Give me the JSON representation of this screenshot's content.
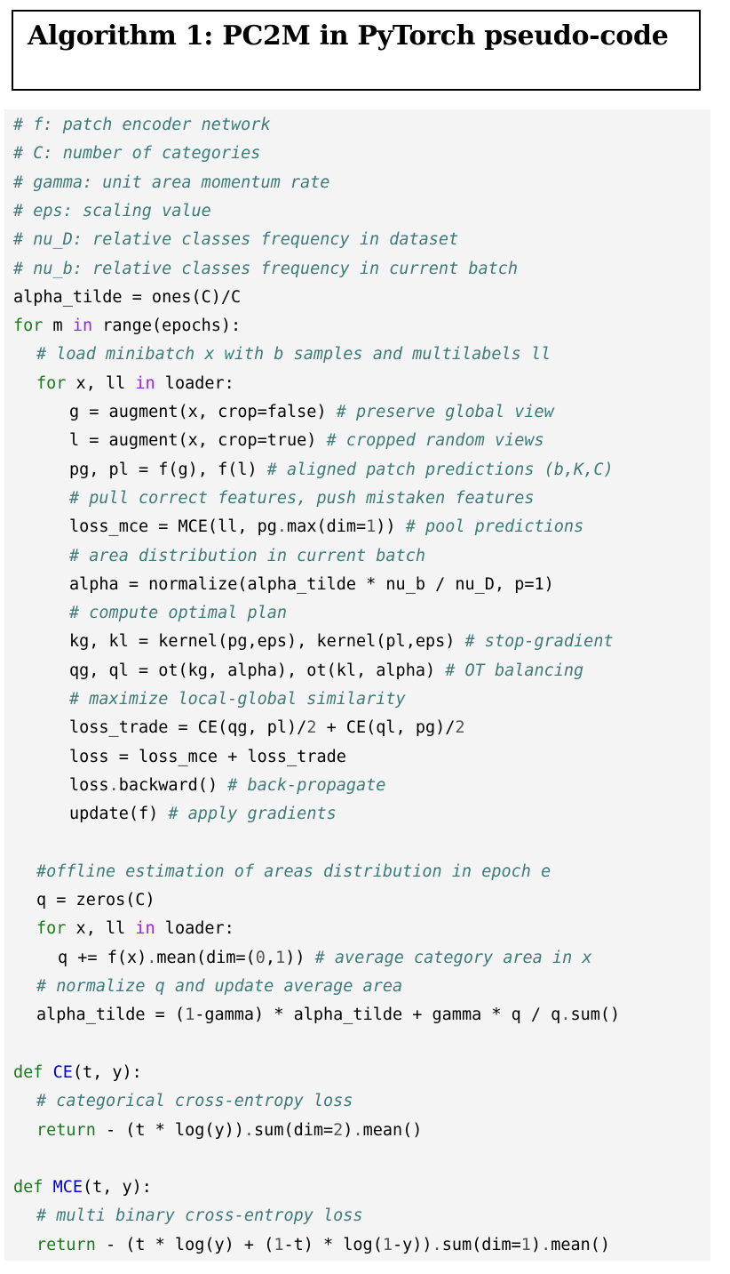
{
  "title": "Algorithm 1: PC2M in PyTorch pseudo-code",
  "lines": [
    {
      "indent": 0,
      "tokens": [
        [
          "c",
          "# f: patch encoder network"
        ]
      ]
    },
    {
      "indent": 0,
      "tokens": [
        [
          "c",
          "# C: number of categories"
        ]
      ]
    },
    {
      "indent": 0,
      "tokens": [
        [
          "c",
          "# gamma: unit area momentum rate"
        ]
      ]
    },
    {
      "indent": 0,
      "tokens": [
        [
          "c",
          "# eps: scaling value"
        ]
      ]
    },
    {
      "indent": 0,
      "tokens": [
        [
          "c",
          "# nu_D: relative classes frequency in dataset"
        ]
      ]
    },
    {
      "indent": 0,
      "tokens": [
        [
          "c",
          "# nu_b: relative classes frequency in current batch"
        ]
      ]
    },
    {
      "indent": 0,
      "tokens": [
        [
          "t",
          "alpha_tilde = ones(C)/C"
        ]
      ]
    },
    {
      "indent": 0,
      "tokens": [
        [
          "k",
          "for"
        ],
        [
          "t",
          " m "
        ],
        [
          "i",
          "in"
        ],
        [
          "t",
          " range(epochs):"
        ]
      ]
    },
    {
      "indent": 1,
      "tokens": [
        [
          "c",
          "# load minibatch x with b samples and multilabels ll"
        ]
      ]
    },
    {
      "indent": 1,
      "tokens": [
        [
          "k",
          "for"
        ],
        [
          "t",
          " x, ll "
        ],
        [
          "i",
          "in"
        ],
        [
          "t",
          " loader:"
        ]
      ]
    },
    {
      "indent": 2,
      "tokens": [
        [
          "t",
          "g = augment(x, crop=false) "
        ],
        [
          "c",
          "# preserve global view"
        ]
      ]
    },
    {
      "indent": 2,
      "tokens": [
        [
          "t",
          "l = augment(x, crop=true) "
        ],
        [
          "c",
          "# cropped random views"
        ]
      ]
    },
    {
      "indent": 2,
      "tokens": [
        [
          "t",
          "pg, pl = f(g), f(l) "
        ],
        [
          "c",
          "# aligned patch predictions (b,K,C)"
        ]
      ]
    },
    {
      "indent": 2,
      "tokens": [
        [
          "c",
          "# pull correct features, push mistaken features"
        ]
      ]
    },
    {
      "indent": 2,
      "tokens": [
        [
          "t",
          "loss_mce = MCE(ll, pg"
        ],
        [
          "n",
          "."
        ],
        [
          "t",
          "max(dim="
        ],
        [
          "n",
          "1"
        ],
        [
          "t",
          ")) "
        ],
        [
          "c",
          "# pool predictions"
        ]
      ]
    },
    {
      "indent": 2,
      "tokens": [
        [
          "c",
          "# area distribution in current batch"
        ]
      ]
    },
    {
      "indent": 2,
      "tokens": [
        [
          "t",
          "alpha = normalize(alpha_tilde * nu_b / nu_D, p=1)"
        ]
      ]
    },
    {
      "indent": 2,
      "tokens": [
        [
          "c",
          "# compute optimal plan"
        ]
      ]
    },
    {
      "indent": 2,
      "tokens": [
        [
          "t",
          "kg, kl = kernel(pg,eps), kernel(pl,eps) "
        ],
        [
          "c",
          "# stop-gradient"
        ]
      ]
    },
    {
      "indent": 2,
      "tokens": [
        [
          "t",
          "qg, ql = ot(kg, alpha), ot(kl, alpha) "
        ],
        [
          "c",
          "# OT balancing"
        ]
      ]
    },
    {
      "indent": 2,
      "tokens": [
        [
          "c",
          "# maximize local-global similarity"
        ]
      ]
    },
    {
      "indent": 2,
      "tokens": [
        [
          "t",
          "loss_trade = CE(qg, pl)/"
        ],
        [
          "n",
          "2"
        ],
        [
          "t",
          " + CE(ql, pg)/"
        ],
        [
          "n",
          "2"
        ]
      ]
    },
    {
      "indent": 2,
      "tokens": [
        [
          "t",
          "loss = loss_mce + loss_trade"
        ]
      ]
    },
    {
      "indent": 2,
      "tokens": [
        [
          "t",
          "loss"
        ],
        [
          "n",
          "."
        ],
        [
          "t",
          "backward() "
        ],
        [
          "c",
          "# back-propagate"
        ]
      ]
    },
    {
      "indent": 2,
      "tokens": [
        [
          "t",
          "update(f) "
        ],
        [
          "c",
          "# apply gradients"
        ]
      ]
    },
    {
      "indent": 0,
      "tokens": []
    },
    {
      "indent": 1,
      "tokens": [
        [
          "c",
          "#offline estimation of areas distribution in epoch e"
        ]
      ]
    },
    {
      "indent": 1,
      "tokens": [
        [
          "t",
          "q = zeros(C)"
        ]
      ]
    },
    {
      "indent": 1,
      "tokens": [
        [
          "k",
          "for"
        ],
        [
          "t",
          " x, ll "
        ],
        [
          "i",
          "in"
        ],
        [
          "t",
          " loader:"
        ]
      ]
    },
    {
      "indent": 3,
      "tokens": [
        [
          "t",
          "q += f(x)"
        ],
        [
          "n",
          "."
        ],
        [
          "t",
          "mean(dim=("
        ],
        [
          "n",
          "0"
        ],
        [
          "t",
          ","
        ],
        [
          "n",
          "1"
        ],
        [
          "t",
          ")) "
        ],
        [
          "c",
          "# average category area in x"
        ]
      ]
    },
    {
      "indent": 1,
      "tokens": [
        [
          "c",
          "# normalize q and update average area"
        ]
      ]
    },
    {
      "indent": 1,
      "tokens": [
        [
          "t",
          "alpha_tilde = ("
        ],
        [
          "n",
          "1"
        ],
        [
          "t",
          "-gamma) * alpha_tilde + gamma * q / q"
        ],
        [
          "n",
          "."
        ],
        [
          "t",
          "sum()"
        ]
      ]
    },
    {
      "indent": 0,
      "tokens": []
    },
    {
      "indent": 0,
      "tokens": [
        [
          "k",
          "def"
        ],
        [
          "t",
          " "
        ],
        [
          "f",
          "CE"
        ],
        [
          "t",
          "(t, y):"
        ]
      ]
    },
    {
      "indent": 1,
      "tokens": [
        [
          "c",
          "# categorical cross-entropy loss"
        ]
      ]
    },
    {
      "indent": 1,
      "tokens": [
        [
          "k",
          "return"
        ],
        [
          "t",
          " - (t * log(y))"
        ],
        [
          "n",
          "."
        ],
        [
          "t",
          "sum(dim="
        ],
        [
          "n",
          "2"
        ],
        [
          "t",
          ")"
        ],
        [
          "n",
          "."
        ],
        [
          "t",
          "mean()"
        ]
      ]
    },
    {
      "indent": 0,
      "tokens": []
    },
    {
      "indent": 0,
      "tokens": [
        [
          "k",
          "def"
        ],
        [
          "t",
          " "
        ],
        [
          "f",
          "MCE"
        ],
        [
          "t",
          "(t, y):"
        ]
      ]
    },
    {
      "indent": 1,
      "tokens": [
        [
          "c",
          "# multi binary cross-entropy loss"
        ]
      ]
    },
    {
      "indent": 1,
      "tokens": [
        [
          "k",
          "return"
        ],
        [
          "t",
          " - (t * log(y) + ("
        ],
        [
          "n",
          "1"
        ],
        [
          "t",
          "-t) * log("
        ],
        [
          "n",
          "1"
        ],
        [
          "t",
          "-y))"
        ],
        [
          "n",
          "."
        ],
        [
          "t",
          "sum(dim="
        ],
        [
          "n",
          "1"
        ],
        [
          "t",
          ")"
        ],
        [
          "n",
          "."
        ],
        [
          "t",
          "mean()"
        ]
      ]
    }
  ]
}
